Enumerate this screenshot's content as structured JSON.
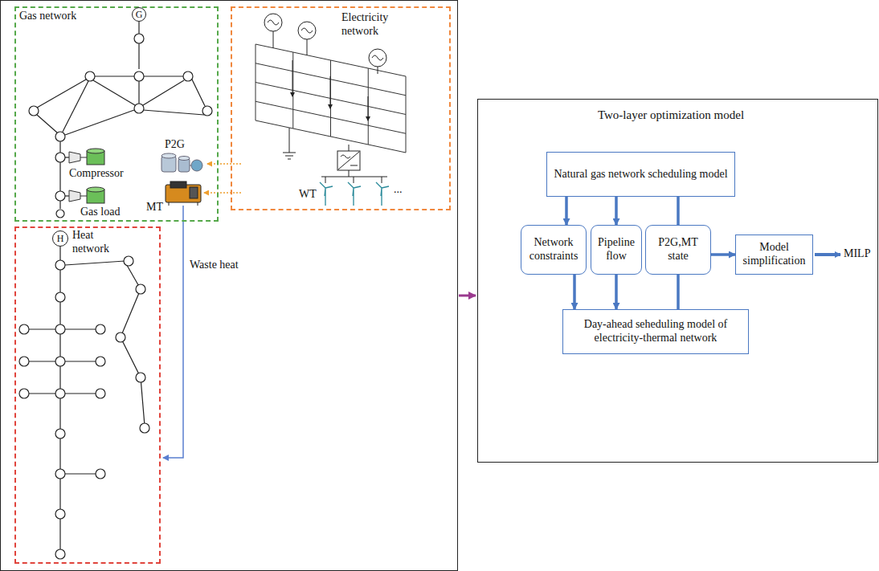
{
  "diagram": {
    "nodes": [
      {
        "text": [
          "Gas network"
        ]
      },
      {
        "text": [
          "G"
        ],
        "in": 0
      },
      {
        "text": [
          "Electricity network"
        ]
      },
      {
        "text": [
          "Heat network"
        ]
      },
      {
        "text": [
          "H"
        ],
        "in": 3
      },
      {
        "text": [
          "Two-layer optimization model"
        ]
      },
      {
        "text": [
          "Natural gas network scheduling model"
        ],
        "in": 5
      },
      {
        "text": [
          "Network constraints"
        ],
        "in": 5
      },
      {
        "text": [
          "Pipeline flow"
        ],
        "in": 5
      },
      {
        "text": [
          "P2G,MT state"
        ],
        "in": 5
      },
      {
        "text": [
          "Model simplification"
        ],
        "in": 5
      },
      {
        "text": [
          "Day-ahead seheduling model of electricity-thermal network"
        ],
        "in": 5
      }
    ],
    "edges": [
      {
        "from": 6,
        "to": 7,
        "arrow": "to"
      },
      {
        "from": 6,
        "to": 8,
        "arrow": "to"
      },
      {
        "from": 6,
        "to": 9,
        "arrow": "none"
      },
      {
        "from": 7,
        "to": 11,
        "arrow": "to"
      },
      {
        "from": 8,
        "to": 11,
        "arrow": "to"
      },
      {
        "from": 9,
        "to": 11,
        "arrow": "none"
      },
      {
        "from": 9,
        "to": 10,
        "arrow": "to"
      }
    ],
    "labels": [
      "P2G",
      "Compressor",
      "MT",
      "Gas load",
      "WT",
      "...",
      "Waste heat",
      "MILP"
    ]
  }
}
